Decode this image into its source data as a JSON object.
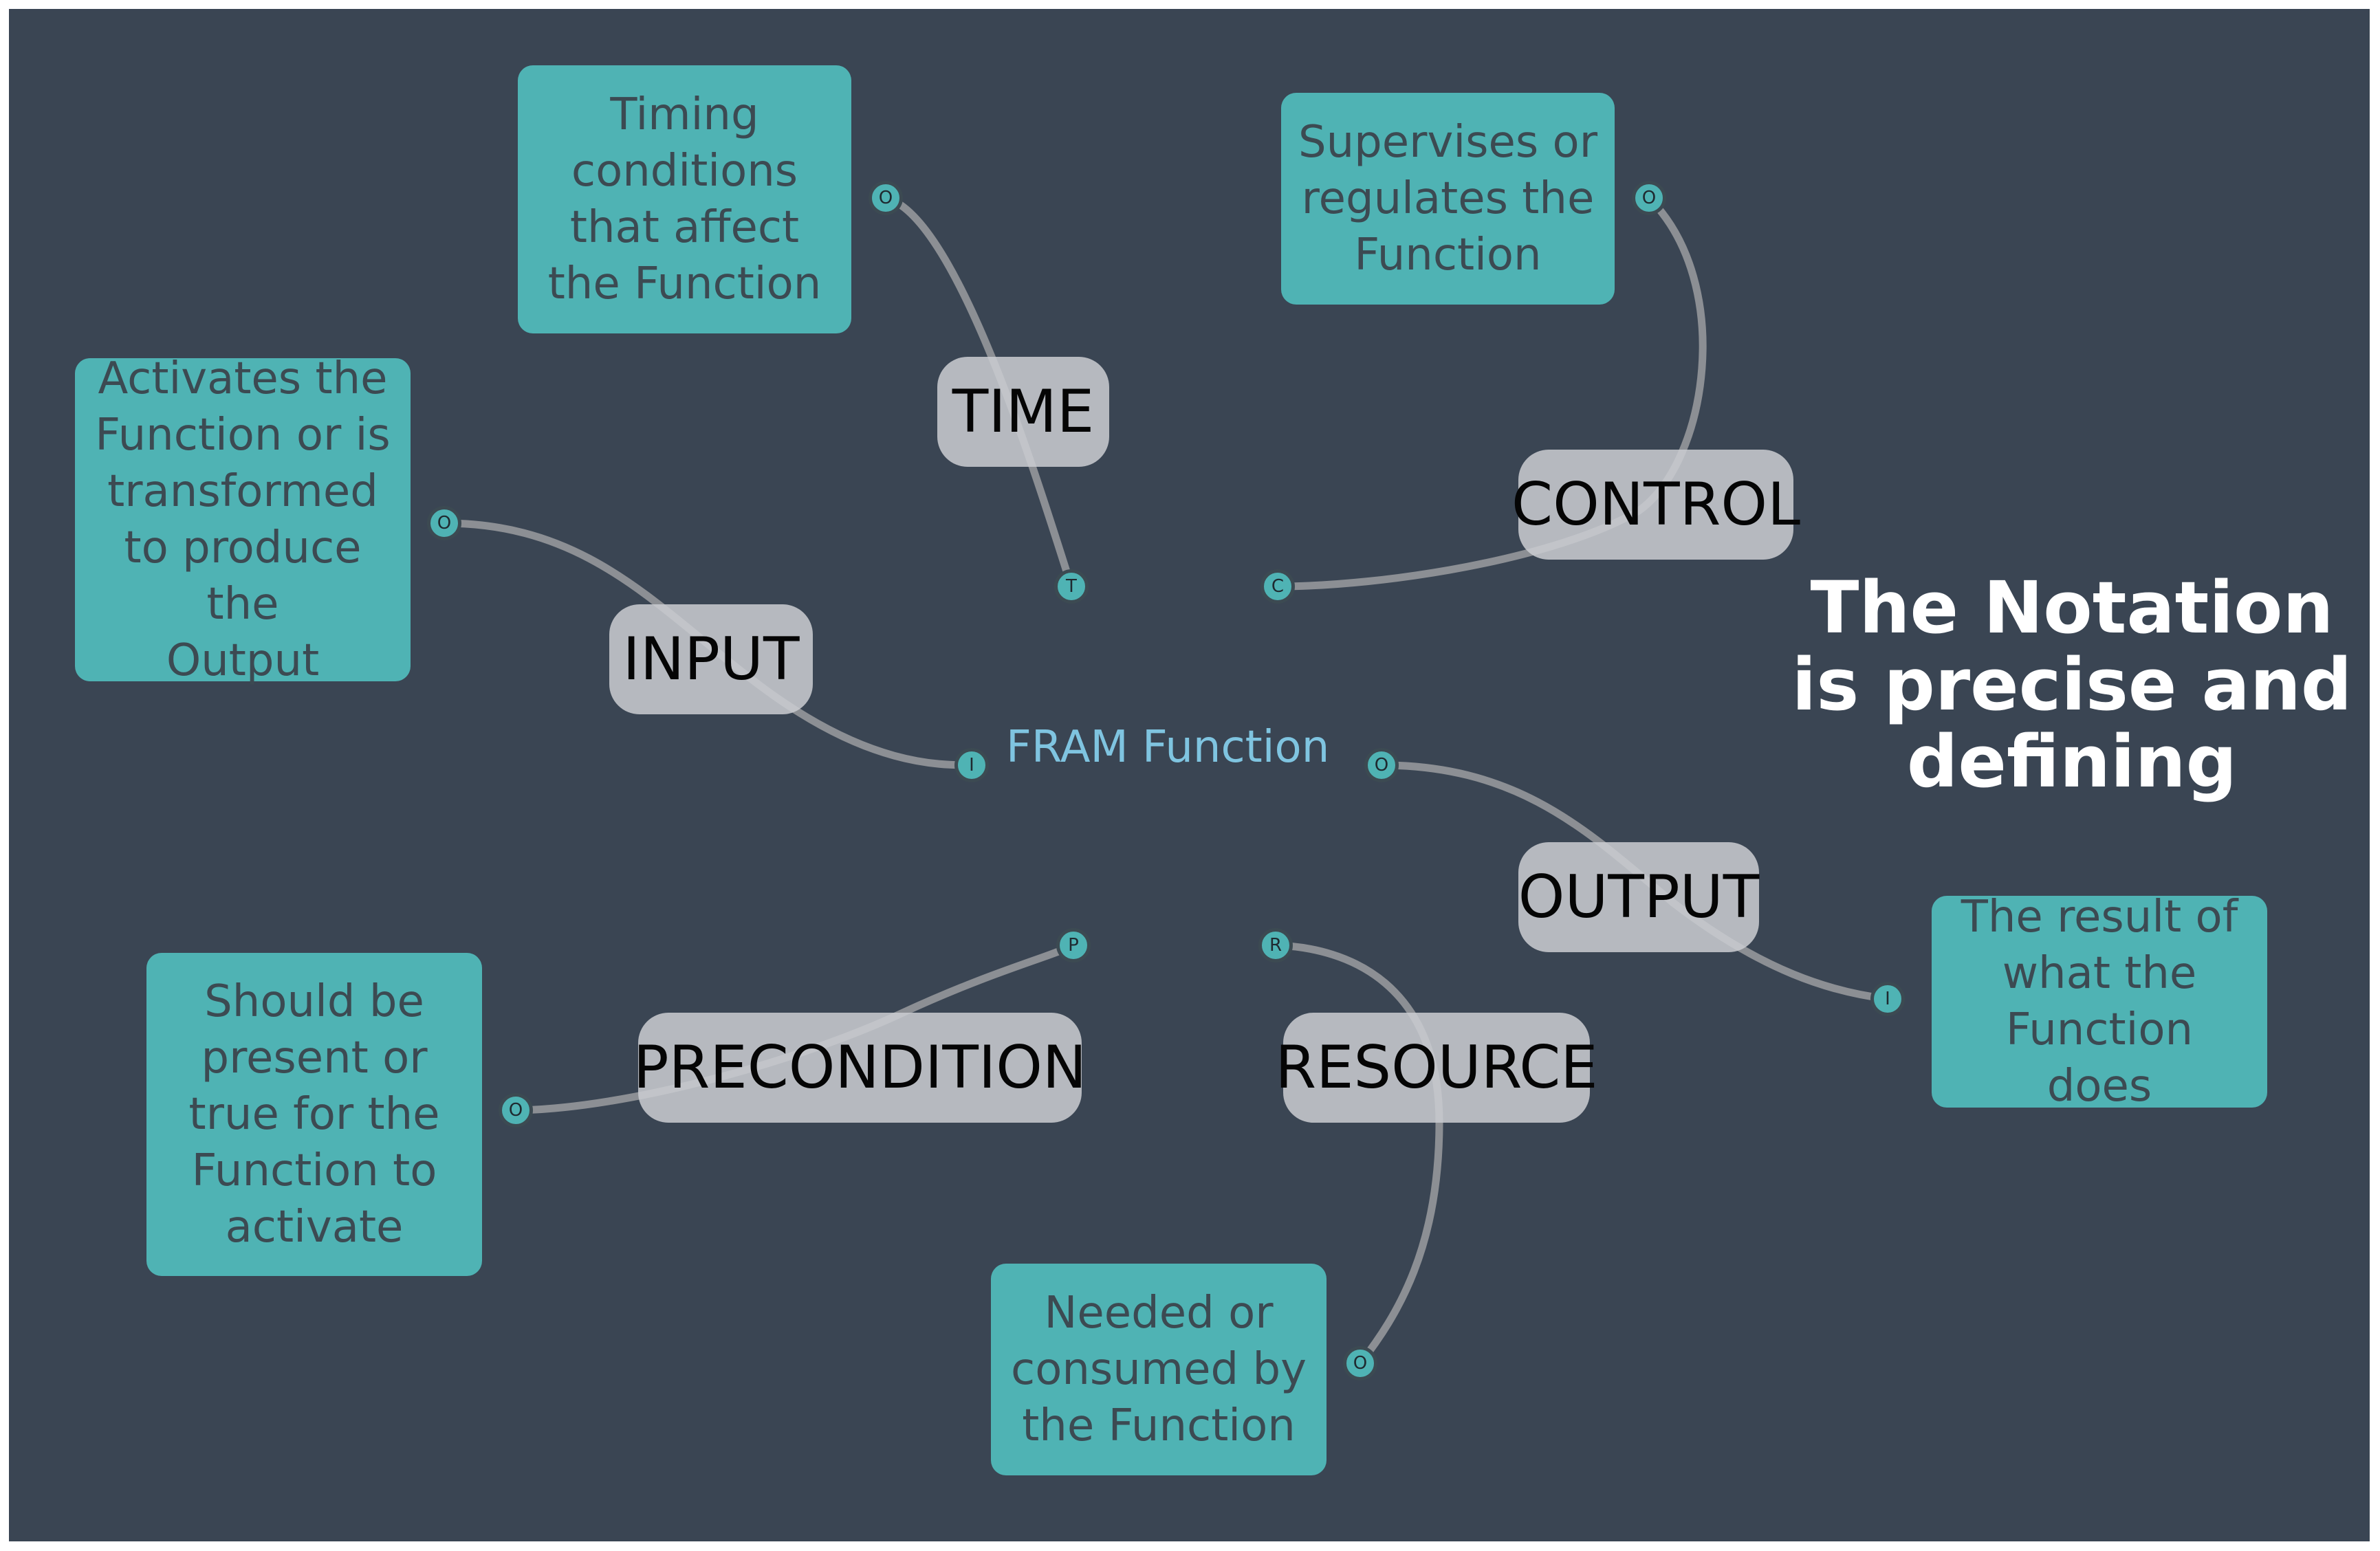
{
  "headline": "The Notation\nis precise and\ndefining",
  "center_function": {
    "label": "FRAM Function"
  },
  "aspects": [
    {
      "id": "time",
      "label": "TIME",
      "description": "Timing\nconditions\nthat affect\nthe Function",
      "function_port": "T",
      "source_port": "O"
    },
    {
      "id": "control",
      "label": "CONTROL",
      "description": "Supervises or\nregulates the\nFunction",
      "function_port": "C",
      "source_port": "O"
    },
    {
      "id": "input",
      "label": "INPUT",
      "description": "Activates the\nFunction or is\ntransformed\nto produce the\nOutput",
      "function_port": "I",
      "source_port": "O"
    },
    {
      "id": "output",
      "label": "OUTPUT",
      "description": "The result of\nwhat the\nFunction does",
      "function_port": "O",
      "source_port": "I"
    },
    {
      "id": "precondition",
      "label": "PRECONDITION",
      "description": "Should be\npresent or\ntrue for the\nFunction to\nactivate",
      "function_port": "P",
      "source_port": "O"
    },
    {
      "id": "resource",
      "label": "RESOURCE",
      "description": "Needed or\nconsumed by\nthe Function",
      "function_port": "R",
      "source_port": "O"
    }
  ],
  "colors": {
    "background": "#3a4553",
    "box_fill": "#4fb3b4",
    "box_text": "#3c4a52",
    "pill_fill": "#cbcdd2",
    "link": "#8c8f94",
    "function_label": "#7fc4e0",
    "headline": "#ffffff"
  }
}
